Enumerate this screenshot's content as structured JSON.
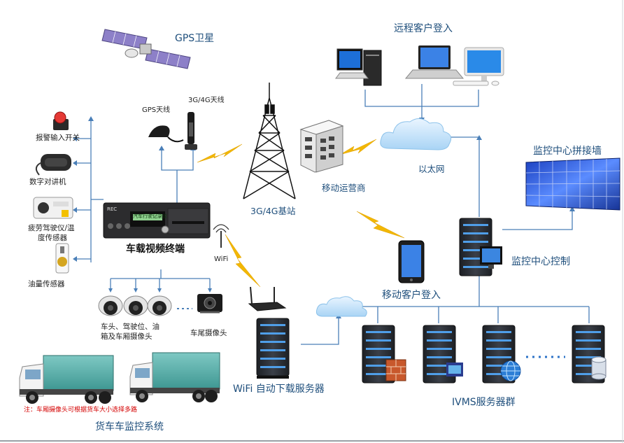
{
  "labels": {
    "gps_satellite": "GPS卫星",
    "remote_login": "远程客户登入",
    "gps_antenna": "GPS天线",
    "antenna_3g4g": "3G/4G天线",
    "alarm_switch": "报警输入开关",
    "walkie_talkie": "数字对讲机",
    "fatigue_1": "疲劳驾驶仪/温",
    "fatigue_2": "度传感器",
    "fuel_sensor": "油量传感器",
    "terminal": "车载视频终端",
    "wifi": "WiFi",
    "base_station": "3G/4G基站",
    "carrier": "移动运营商",
    "ethernet": "以太网",
    "video_wall": "监控中心拼接墙",
    "control": "监控中心控制",
    "mobile_login": "移动客户登入",
    "cabin_cam_1": "车头、驾驶位、油",
    "cabin_cam_2": "箱及车厢摄像头",
    "rear_cam": "车尾摄像头",
    "wifi_server": "WiFi 自动下载服务器",
    "ivms": "IVMS服务器群",
    "note": "注：车厢摄像头可根据货车大小选择多路",
    "system_title": "货车车监控系统",
    "dvr_face_text": "汽车行驶记录仪",
    "dvr_brand": "REC"
  },
  "icons": [
    "satellite-icon",
    "desktop-icon",
    "laptop-icon",
    "imac-icon",
    "gps-antenna-icon",
    "lte-antenna-icon",
    "alarm-button-icon",
    "walkie-talkie-icon",
    "fatigue-device-icon",
    "fuel-sensor-icon",
    "dvr-icon",
    "wifi-antenna-icon",
    "tower-icon",
    "building-icon",
    "cloud-icon",
    "video-wall-icon",
    "server-icon",
    "smartphone-icon",
    "dome-camera-icon",
    "rear-camera-icon",
    "wifi-router-icon",
    "firewall-icon",
    "globe-icon",
    "database-icon",
    "truck-icon",
    "lightning-icon"
  ],
  "colors": {
    "line": "#4a7fb8",
    "lightning": "#f2b705",
    "cloud": "#cfe7fb",
    "truck_box": "#5fb0ac",
    "label": "#1f4f7c",
    "note": "#d40000",
    "server": "#2d3138",
    "server_led": "#3aa0ff"
  }
}
